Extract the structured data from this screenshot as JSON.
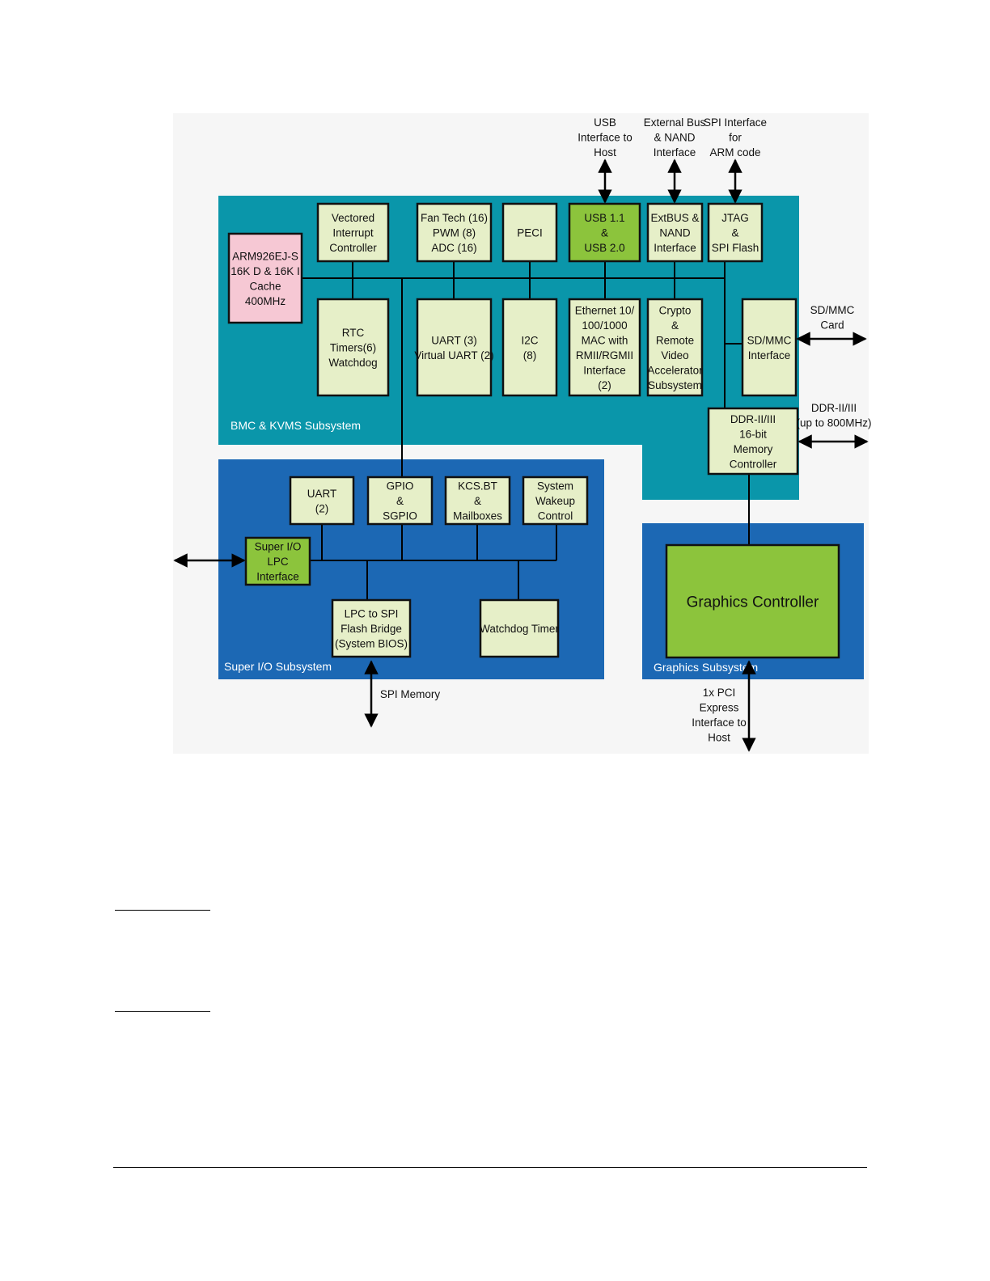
{
  "colors": {
    "bmc_region": "#0a96aa",
    "superio_region": "#1c68b4",
    "graphics_region": "#1c68b4",
    "block_fill": "#e6efc8",
    "green_fill": "#8cc43c",
    "pink_fill": "#f6c8d4",
    "line": "#000000"
  },
  "regions": {
    "bmc": "BMC & KVMS Subsystem",
    "superio": "Super I/O Subsystem",
    "graphics": "Graphics Subsystem"
  },
  "blocks": {
    "arm": [
      "ARM926EJ-S",
      "16K D & 16K I",
      "Cache",
      "400MHz"
    ],
    "vic": [
      "Vectored",
      "Interrupt",
      "Controller"
    ],
    "fan": [
      "Fan Tech (16)",
      "PWM (8)",
      "ADC (16)"
    ],
    "peci": [
      "PECI"
    ],
    "usb": [
      "USB 1.1",
      "&",
      "USB 2.0"
    ],
    "extbus": [
      "ExtBUS &",
      "NAND",
      "Interface"
    ],
    "jtag": [
      "JTAG",
      "&",
      "SPI Flash"
    ],
    "rtc": [
      "RTC",
      "Timers(6)",
      "Watchdog"
    ],
    "uart3": [
      "UART (3)",
      "Virtual UART (2)"
    ],
    "i2c": [
      "I2C",
      "(8)"
    ],
    "ethernet": [
      "Ethernet 10/",
      "100/1000",
      "MAC with",
      "RMII/RGMII",
      "Interface",
      "(2)"
    ],
    "crypto": [
      "Crypto",
      "&",
      "Remote",
      "Video",
      "Accelerator",
      "Subsystem"
    ],
    "sdmmc": [
      "SD/MMC",
      "Interface"
    ],
    "ddr": [
      "DDR-II/III",
      "16-bit",
      "Memory",
      "Controller"
    ],
    "uart2": [
      "UART",
      "(2)"
    ],
    "gpio": [
      "GPIO",
      "&",
      "SGPIO"
    ],
    "kcs": [
      "KCS.BT",
      "&",
      "Mailboxes"
    ],
    "wakeup": [
      "System",
      "Wakeup",
      "Control"
    ],
    "superio_lpc": [
      "Super I/O",
      "LPC",
      "Interface"
    ],
    "lpc_spi": [
      "LPC to SPI",
      "Flash Bridge",
      "(System BIOS)"
    ],
    "watchdog": [
      "Watchdog Timer"
    ],
    "graphics": [
      "Graphics Controller"
    ]
  },
  "external": {
    "usb_host": [
      "USB",
      "Interface to",
      "Host"
    ],
    "ext_bus": [
      "External Bus",
      "& NAND",
      "Interface"
    ],
    "spi_arm": [
      "SPI Interface",
      "for",
      "ARM code"
    ],
    "sd_card": [
      "SD/MMC",
      "Card"
    ],
    "ddr_ext": [
      "DDR-II/III",
      "(up to 800MHz)"
    ],
    "spi_memory": [
      "SPI Memory"
    ],
    "pci": [
      "1x PCI",
      "Express",
      "Interface to",
      "Host"
    ]
  }
}
